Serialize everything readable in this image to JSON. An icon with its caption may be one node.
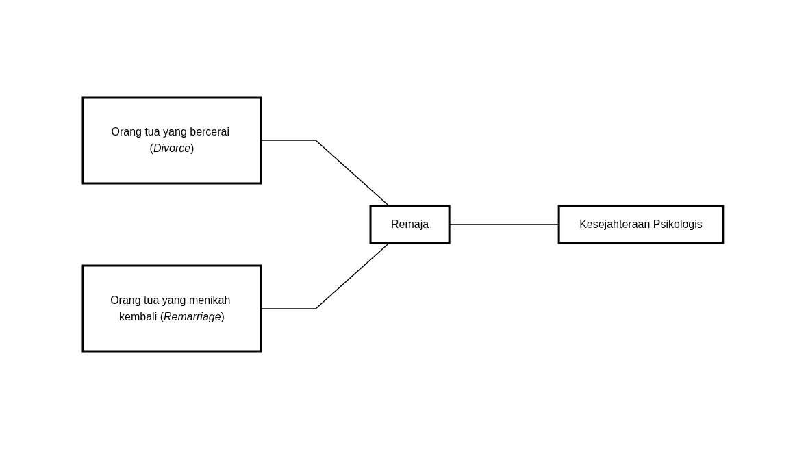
{
  "diagram": {
    "nodes": [
      {
        "text": [
          "Orang tua yang bercerai (*Divorce*)"
        ]
      },
      {
        "text": [
          "Orang tua yang menikah kembali (*Remarriage*)"
        ]
      },
      {
        "text": [
          "Remaja"
        ]
      },
      {
        "text": [
          "Kesejahteraan Psikologis"
        ]
      }
    ],
    "edges": [
      {
        "from": 0,
        "to": 2,
        "arrow": "none"
      },
      {
        "from": 1,
        "to": 2,
        "arrow": "none"
      },
      {
        "from": 2,
        "to": 3,
        "arrow": "none"
      }
    ]
  }
}
